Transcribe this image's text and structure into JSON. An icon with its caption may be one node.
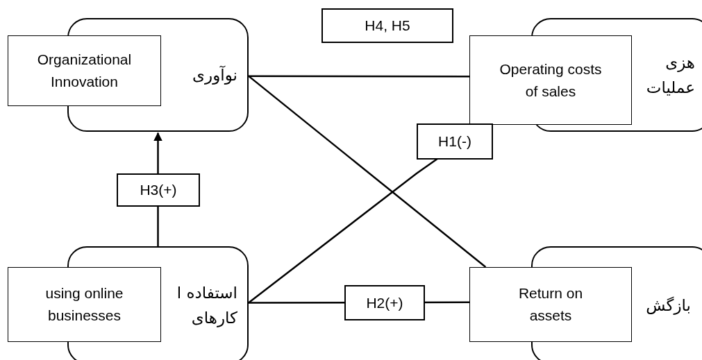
{
  "diagram": {
    "nodes": [
      {
        "text": [
          "نوآوری"
        ]
      },
      {
        "text": [
          "Organizational Innovation"
        ]
      },
      {
        "text": [
          "هزی عملیات"
        ]
      },
      {
        "text": [
          "Operating costs of sales"
        ]
      },
      {
        "text": [
          "استفاده ا کارهای"
        ]
      },
      {
        "text": [
          "using online businesses"
        ]
      },
      {
        "text": [
          "بازگش"
        ]
      },
      {
        "text": [
          "Return on assets"
        ]
      }
    ],
    "edges": [
      {
        "from": 4,
        "to": 0,
        "arrow": "to",
        "label": "H3(+)"
      },
      {
        "from": 0,
        "to": 3,
        "arrow": "none"
      },
      {
        "from": 0,
        "to": 7,
        "arrow": "none"
      },
      {
        "from": 4,
        "to": 3,
        "arrow": "none",
        "label": "H1(-)"
      },
      {
        "from": 4,
        "to": 7,
        "arrow": "none",
        "label": "H2(+)"
      }
    ],
    "labels": [
      "H4, H5"
    ]
  }
}
